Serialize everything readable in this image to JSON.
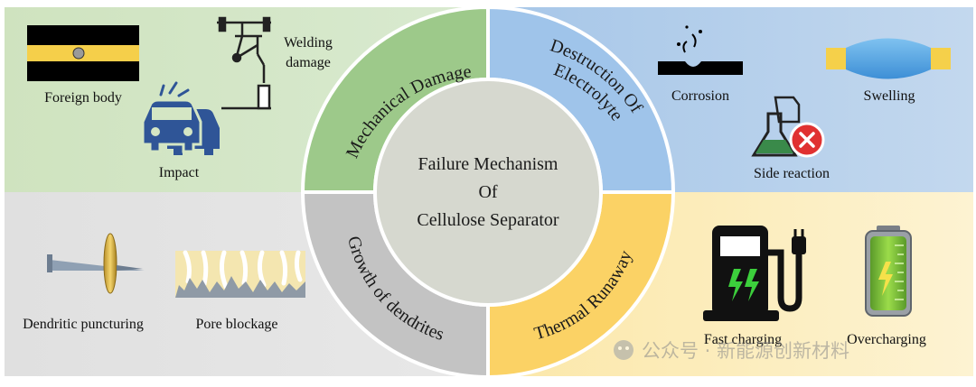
{
  "center": {
    "line1": "Failure Mechanism",
    "line2": "Of",
    "line3": "Cellulose Separator"
  },
  "ring": {
    "mechanical": "Mechanical Damage",
    "electrolyte_line1": "Destruction Of",
    "electrolyte_line2": "Electrolyte",
    "thermal": "Thermal Runaway",
    "dendrites": "Growth of dendrites"
  },
  "quadrants": {
    "mechanical": {
      "foreign_body": "Foreign body",
      "welding_line1": "Welding",
      "welding_line2": "damage",
      "impact": "Impact"
    },
    "electrolyte": {
      "corrosion": "Corrosion",
      "swelling": "Swelling",
      "side_reaction": "Side reaction"
    },
    "dendrites": {
      "puncturing": "Dendritic puncturing",
      "pore_blockage": "Pore blockage"
    },
    "thermal": {
      "fast_charging": "Fast charging",
      "overcharging": "Overcharging"
    }
  },
  "watermark": "公众号 · 新能源创新材料",
  "colors": {
    "green_bg": "#d4e6c4",
    "green_ring": "#9dc98a",
    "blue_bg": "#a9c8e8",
    "blue_ring": "#9fc4ea",
    "gray_bg": "#e3e3e3",
    "gray_ring": "#c3c3c3",
    "yellow_bg": "#fcebb3",
    "yellow_ring": "#fbd265",
    "center": "#d6d8cf",
    "car_blue": "#2f5597"
  }
}
